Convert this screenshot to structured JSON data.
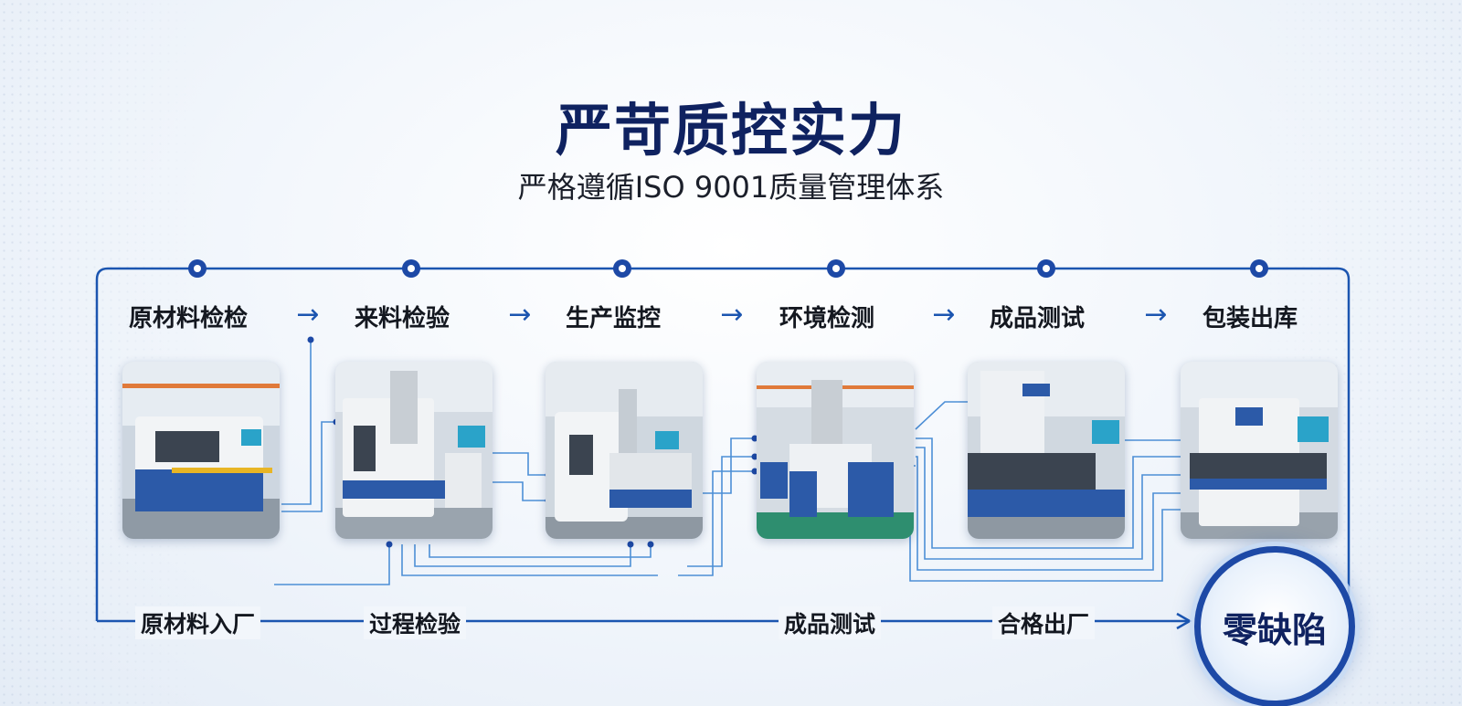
{
  "header": {
    "title": "严苛质控实力",
    "subtitle": "严格遵循ISO 9001质量管理体系"
  },
  "steps": [
    {
      "label": "原材料检检",
      "icon": "industrial-machine-photo"
    },
    {
      "label": "来料检验",
      "icon": "industrial-machine-photo"
    },
    {
      "label": "生产监控",
      "icon": "industrial-machine-photo"
    },
    {
      "label": "环境检测",
      "icon": "industrial-machine-photo"
    },
    {
      "label": "成品测试",
      "icon": "industrial-machine-photo"
    },
    {
      "label": "包装出库",
      "icon": "industrial-machine-photo"
    }
  ],
  "arrow_glyph": "→",
  "bottom_flow": [
    "原材料入厂",
    "过程检验",
    "成品测试",
    "合格出厂"
  ],
  "badge": {
    "label": "零缺陷"
  },
  "colors": {
    "accent": "#1d49a6",
    "title": "#0f2260",
    "line": "#1b55b0"
  }
}
